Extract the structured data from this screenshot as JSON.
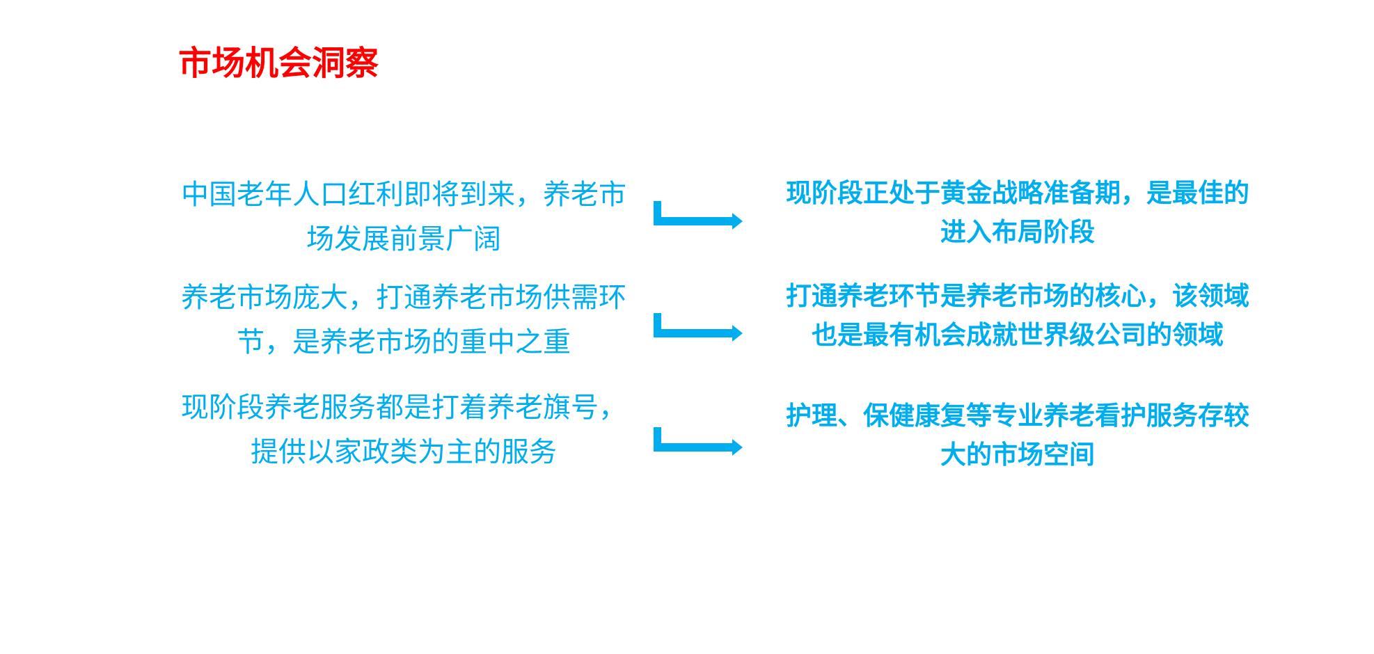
{
  "slide": {
    "title": "市场机会洞察",
    "colors": {
      "title": "#FE0000",
      "accent": "#00AEEF",
      "background": "#FFFFFF"
    },
    "arrow_icon": "elbow-right-arrow",
    "rows": [
      {
        "observation": "中国老年人口红利即将到来，养老市场发展前景广阔",
        "insight": "现阶段正处于黄金战略准备期，是最佳的进入布局阶段"
      },
      {
        "observation": "养老市场庞大，打通养老市场供需环节，是养老市场的重中之重",
        "insight": "打通养老环节是养老市场的核心，该领域也是最有机会成就世界级公司的领域"
      },
      {
        "observation": "现阶段养老服务都是打着养老旗号，提供以家政类为主的服务",
        "insight": "护理、保健康复等专业养老看护服务存较大的市场空间"
      }
    ]
  }
}
